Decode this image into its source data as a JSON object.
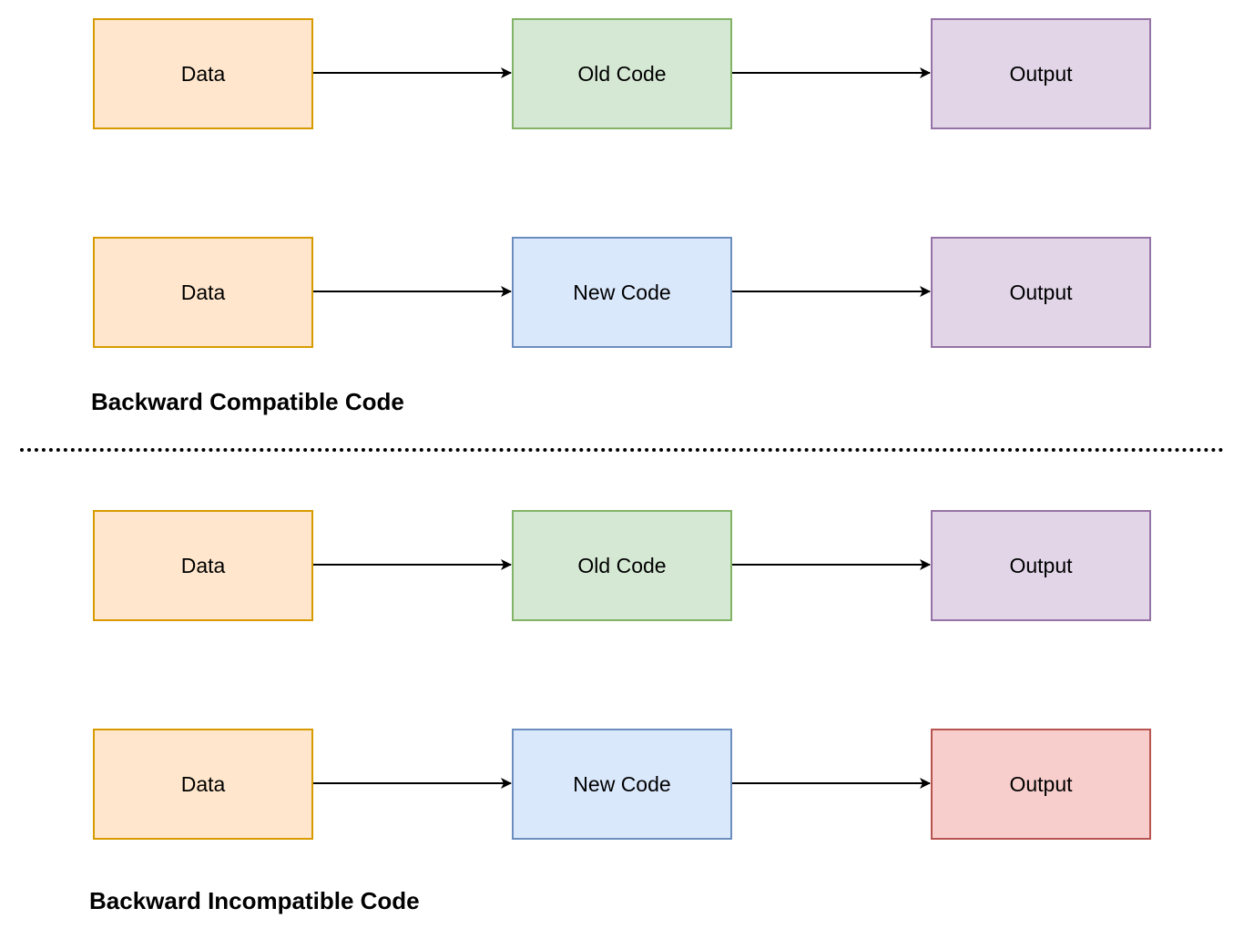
{
  "colors": {
    "data_fill": "#ffe6cc",
    "data_stroke": "#d79b00",
    "old_fill": "#d5e8d4",
    "old_stroke": "#82b366",
    "new_fill": "#dae8fc",
    "new_stroke": "#6c8ebf",
    "output_fill": "#e1d5e7",
    "output_stroke": "#9673a6",
    "fail_fill": "#f8cecc",
    "fail_stroke": "#b85450"
  },
  "compatible": {
    "title": "Backward Compatible Code",
    "rows": [
      {
        "input": "Data",
        "code": "Old Code",
        "output": "Output",
        "code_kind": "old",
        "output_kind": "output"
      },
      {
        "input": "Data",
        "code": "New Code",
        "output": "Output",
        "code_kind": "new",
        "output_kind": "output"
      }
    ]
  },
  "incompatible": {
    "title": "Backward Incompatible Code",
    "rows": [
      {
        "input": "Data",
        "code": "Old Code",
        "output": "Output",
        "code_kind": "old",
        "output_kind": "output"
      },
      {
        "input": "Data",
        "code": "New Code",
        "output": "Output",
        "code_kind": "new",
        "output_kind": "fail"
      }
    ]
  }
}
